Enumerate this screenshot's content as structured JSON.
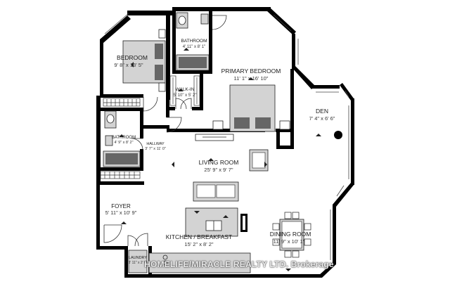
{
  "rooms": [
    {
      "key": "bedroom",
      "name": "BEDROOM",
      "dims": "9' 8\" x 13' 5\""
    },
    {
      "key": "bathroom_top",
      "name": "BATHROOM",
      "dims": "4' 11\" x 8' 1\""
    },
    {
      "key": "primary_bedroom",
      "name": "PRIMARY BEDROOM",
      "dims": "11' 1\" x 16' 10\""
    },
    {
      "key": "walk_in",
      "name": "WALK-IN",
      "dims": "5' 10\" x 5' 2\""
    },
    {
      "key": "den",
      "name": "DEN",
      "dims": "7' 4\" x 6' 6\""
    },
    {
      "key": "bathroom_left",
      "name": "BATHROOM",
      "dims": "4' 9\" x 8' 2\""
    },
    {
      "key": "hallway",
      "name": "HALLWAY",
      "dims": "3' 7\" x 11' 0\""
    },
    {
      "key": "living_room",
      "name": "LIVING ROOM",
      "dims": "25' 9\" x 9' 7\""
    },
    {
      "key": "foyer",
      "name": "FOYER",
      "dims": "5' 11\" x 10' 9\""
    },
    {
      "key": "kitchen",
      "name": "KITCHEN / BREAKFAST",
      "dims": "15' 2\" x 8' 2\""
    },
    {
      "key": "dining_room",
      "name": "DINING ROOM",
      "dims": "11' 9\" x 10' 1\""
    },
    {
      "key": "laundry",
      "name": "LAUNDRY",
      "dims": "3' 11\" x 2' 0\""
    }
  ],
  "watermark": "HOMELIFE/MIRACLE REALTY LTD. Brokerage"
}
